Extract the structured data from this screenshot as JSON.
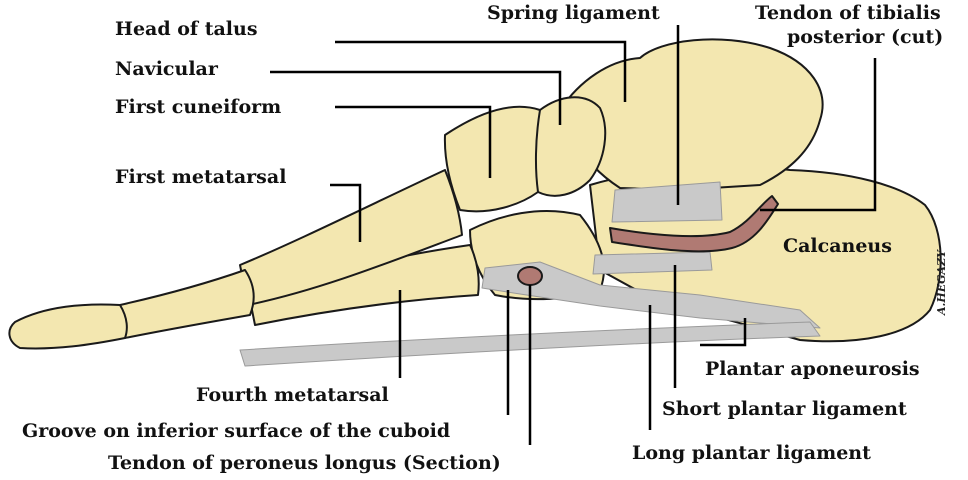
{
  "labels": {
    "head_of_talus": "Head of talus",
    "navicular": "Navicular",
    "first_cuneiform": "First cuneiform",
    "first_metatarsal": "First metatarsal",
    "spring_ligament": "Spring ligament",
    "tendon_tibialis_line1": "Tendon of tibialis",
    "tendon_tibialis_line2": "posterior (cut)",
    "calcaneus": "Calcaneus",
    "plantar_aponeurosis": "Plantar aponeurosis",
    "short_plantar_ligament": "Short plantar ligament",
    "long_plantar_ligament": "Long plantar ligament",
    "fourth_metatarsal": "Fourth metatarsal",
    "groove_cuboid": "Groove on inferior surface of the cuboid",
    "tendon_peroneus": "Tendon of peroneus longus (Section)"
  },
  "signature": "A.HEGAZY",
  "colors": {
    "bone": "#f3e7b0",
    "ligament": "#c9c9c9",
    "tendon": "#b07a73",
    "outline": "#1a1a1a",
    "leader": "#000000"
  }
}
